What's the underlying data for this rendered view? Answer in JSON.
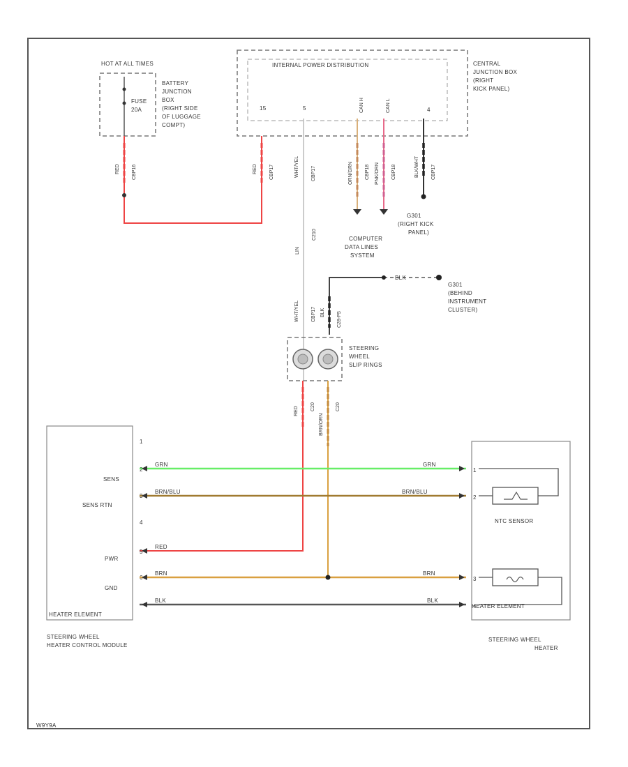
{
  "diagram": {
    "footer_code": "W9Y9A",
    "hot_at": "HOT AT ALL TIMES",
    "battery_box": [
      "BATTERY",
      "JUNCTION",
      "BOX",
      "(RIGHT SIDE",
      "OF LUGGAGE",
      "COMPT)"
    ],
    "fuse_label": [
      "FUSE",
      "20A"
    ],
    "ipd_title": "INTERNAL POWER DISTRIBUTION",
    "ipd_pins": [
      "15",
      "5",
      "CAN H",
      "CAN L",
      "4"
    ],
    "central_box": [
      "CENTRAL",
      "JUNCTION BOX",
      "(RIGHT",
      "KICK PANEL)"
    ],
    "wire_top": [
      {
        "color": "RED",
        "conn": "CBP16"
      },
      {
        "color": "RED",
        "conn": "CBP17"
      },
      {
        "color": "WHT/YEL",
        "conn": "CBP17"
      },
      {
        "color": "ORN/GRN",
        "conn": "CBP18"
      },
      {
        "color": "PNK/ORN",
        "conn": "CBP18"
      },
      {
        "color": "BLK/WHT",
        "conn": "CBP17"
      }
    ],
    "computer_data": [
      "COMPUTER",
      "DATA LINES",
      "SYSTEM"
    ],
    "ground_right_kick": [
      "G301",
      "(RIGHT KICK",
      "PANEL)"
    ],
    "lin_label": "LIN",
    "c210_label": "C210",
    "lin_wire": {
      "color": "WHT/YEL",
      "conn": "CBP17"
    },
    "blk_wire": {
      "color": "BLK",
      "conn": "C28-P5"
    },
    "blk_label": "BLK",
    "ground_behind": [
      "G301",
      "(BEHIND",
      "INSTRUMENT",
      "CLUSTER)"
    ],
    "slip_rings": [
      "STEERING",
      "WHEEL",
      "SLIP RINGS"
    ],
    "below_slip": [
      {
        "color": "RED",
        "conn": "C20"
      },
      {
        "color": "BRN/ORN",
        "conn": "C20"
      }
    ],
    "module": {
      "pins": [
        "1",
        "2",
        "3",
        "4",
        "5",
        "6"
      ],
      "pin_labels": [
        "SENS",
        "SENS RTN",
        "PWR",
        "GND"
      ],
      "name": "HEATER ELEMENT",
      "caption": [
        "STEERING WHEEL",
        "HEATER CONTROL MODULE"
      ]
    },
    "wires_bottom": [
      {
        "left": "GRN",
        "right": "GRN",
        "pin_r": "1"
      },
      {
        "left": "BRN/BLU",
        "right": "BRN/BLU",
        "pin_r": "2"
      },
      {
        "left": "RED",
        "right": "",
        "pin_r": ""
      },
      {
        "left": "BRN",
        "right": "BRN",
        "pin_r": "3"
      },
      {
        "left": "BLK",
        "right": "BLK",
        "pin_r": "4"
      }
    ],
    "ntc_sensor": "NTC SENSOR",
    "heater_element_right": "HEATER ELEMENT",
    "heater_caption": [
      "STEERING WHEEL",
      "HEATER"
    ]
  }
}
